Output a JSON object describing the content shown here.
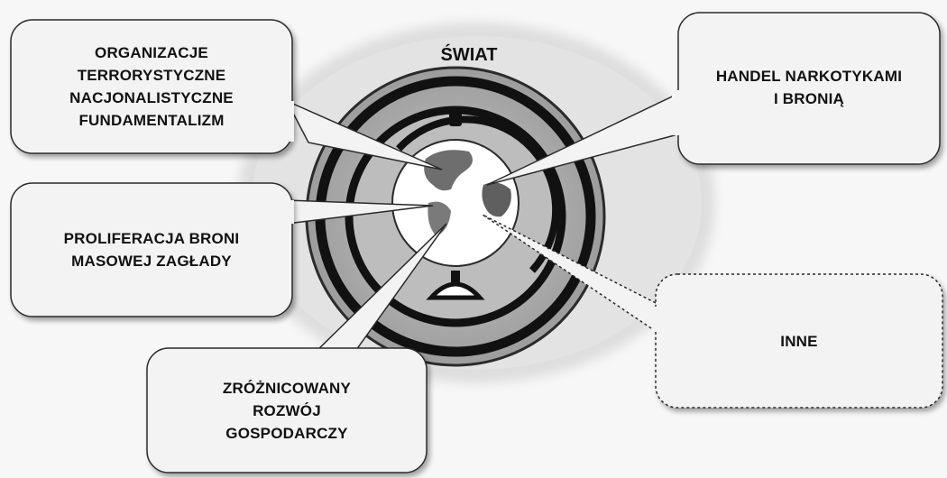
{
  "title": "ŚWIAT",
  "boxes": {
    "terror": "ORGANIZACJE\nTERRORYSTYCZNE\nNACJONALISTYCZNE\nFUNDAMENTALIZM",
    "trade": "HANDEL NARKOTYKAMI\nI BRONIĄ",
    "proliferation": "PROLIFERACJA BRONI\nMASOWEJ ZAGŁADY",
    "development": "ZRÓŻNICOWANY\nROZWÓJ\nGOSPODARCZY",
    "other": "INNE"
  },
  "colors": {
    "outer_ellipse": "#dcdcdc",
    "ring_fill": "#b3b3b3",
    "ring_stroke": "#1a1a1a",
    "globe_fill": "#ffffff",
    "box_fill": "#f3f3f3",
    "box_stroke": "#2a2a2a"
  }
}
